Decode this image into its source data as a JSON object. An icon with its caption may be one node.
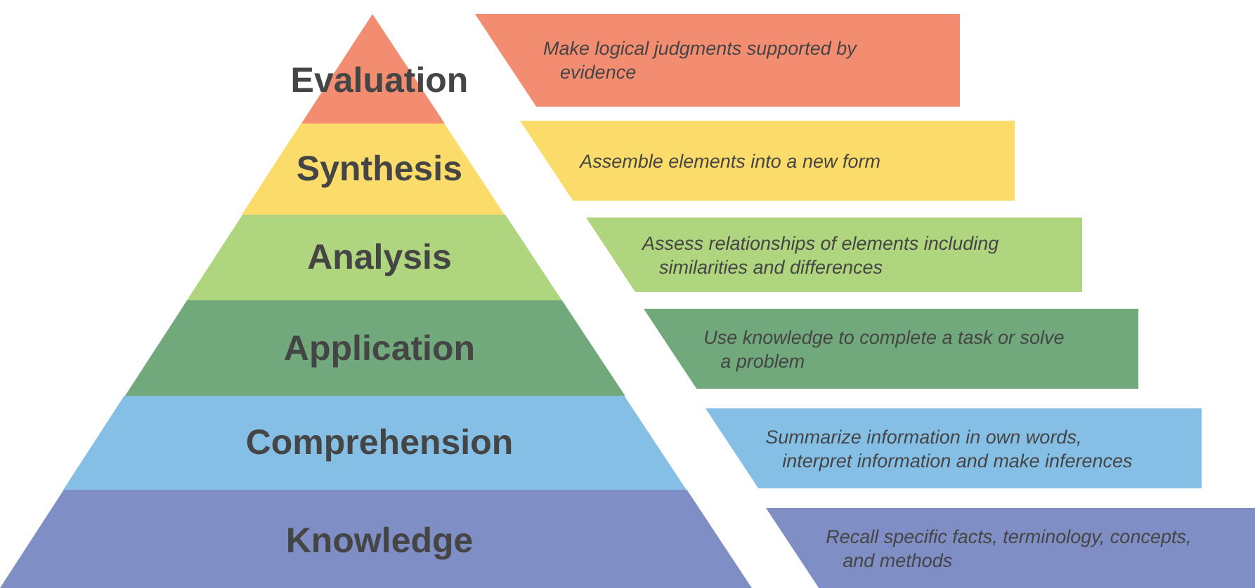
{
  "diagram": {
    "nodes": [
      {
        "text": [
          "Evaluation"
        ]
      },
      {
        "text": [
          "Make logical judgments supported by evidence"
        ]
      },
      {
        "text": [
          "Synthesis"
        ]
      },
      {
        "text": [
          "Assemble elements into a new form"
        ]
      },
      {
        "text": [
          "Analysis"
        ]
      },
      {
        "text": [
          "Assess relationships of elements including similarities and differences"
        ]
      },
      {
        "text": [
          "Application"
        ]
      },
      {
        "text": [
          "Use knowledge to complete a task or solve a problem"
        ]
      },
      {
        "text": [
          "Comprehension"
        ]
      },
      {
        "text": [
          "Summarize information in own words, interpret information and make inferences"
        ]
      },
      {
        "text": [
          "Knowledge"
        ]
      },
      {
        "text": [
          "Recall specific facts, terminology, concepts, and methods"
        ]
      }
    ]
  }
}
